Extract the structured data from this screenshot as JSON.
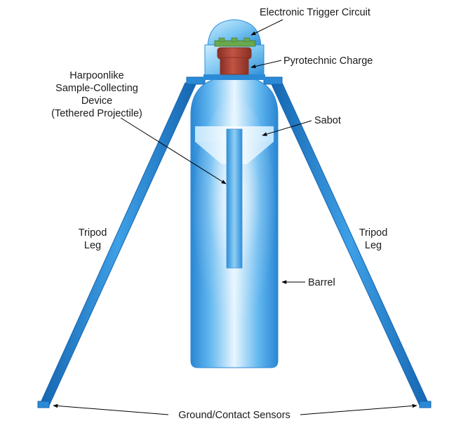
{
  "labels": {
    "trigger": "Electronic Trigger Circuit",
    "charge": "Pyrotechnic Charge",
    "device_line1": "Harpoonlike",
    "device_line2": "Sample-Collecting",
    "device_line3": "Device",
    "device_line4": "(Tethered Projectile)",
    "sabot": "Sabot",
    "left_leg_line1": "Tripod",
    "left_leg_line2": "Leg",
    "right_leg_line1": "Tripod",
    "right_leg_line2": "Leg",
    "barrel": "Barrel",
    "sensors": "Ground/Contact Sensors"
  },
  "colors": {
    "barrel_edge": "#2a86d4",
    "barrel_highlight": "#e8f6ff",
    "leg": "#2b8ad6",
    "leg_edge": "#1565b0",
    "charge": "#b5493a",
    "charge_dark": "#8a2f24",
    "circuit": "#6aa84f",
    "dome": "#5eb6ee",
    "sabot": "#d8efff",
    "projectile": "#4aa6e6",
    "text": "#1a1a1a",
    "leader": "#000000"
  }
}
